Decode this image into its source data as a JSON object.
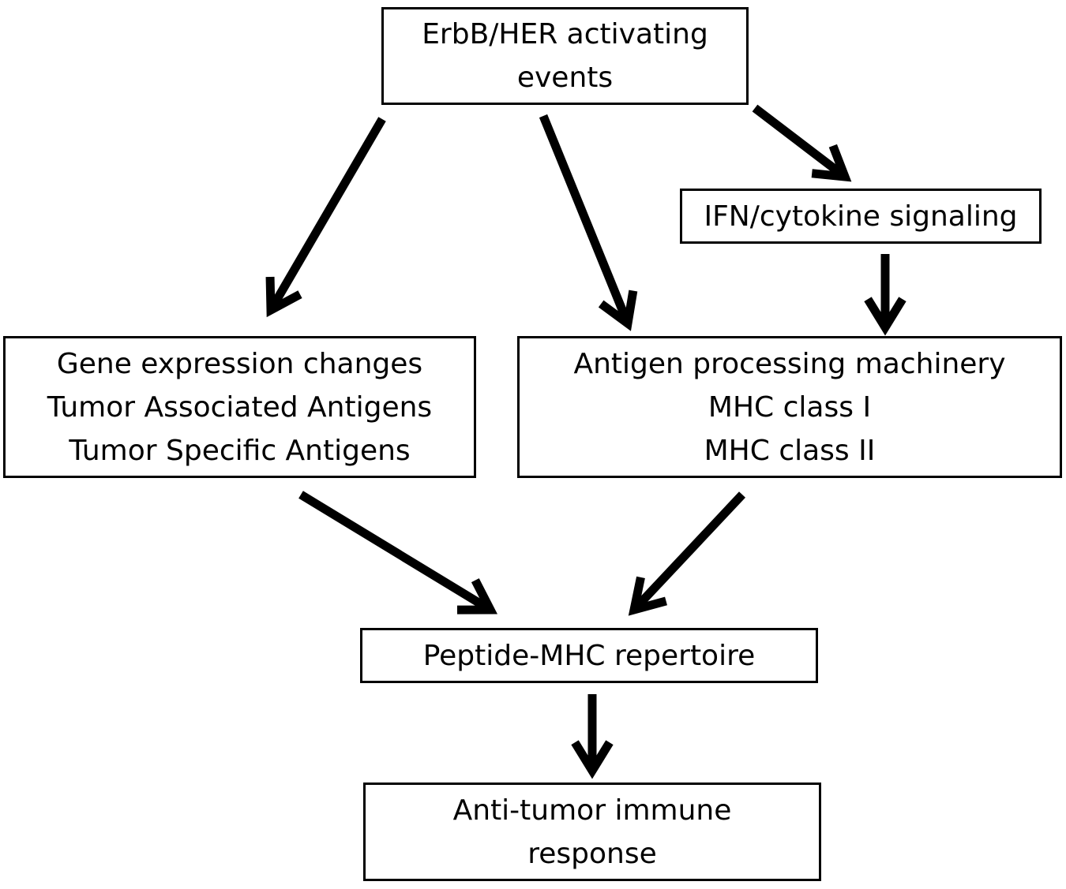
{
  "nodes": {
    "erbb": {
      "lines": [
        "ErbB/HER activating",
        "events"
      ]
    },
    "ifn": {
      "lines": [
        "IFN/cytokine signaling"
      ]
    },
    "gene": {
      "lines": [
        "Gene expression changes",
        "Tumor Associated Antigens",
        "Tumor Specific Antigens"
      ]
    },
    "apm": {
      "lines": [
        "Antigen processing machinery",
        "MHC class I",
        "MHC class II"
      ]
    },
    "peptide": {
      "lines": [
        "Peptide-MHC repertoire"
      ]
    },
    "response": {
      "lines": [
        "Anti-tumor immune",
        "response"
      ]
    }
  },
  "edges": [
    {
      "from": "erbb",
      "to": "gene"
    },
    {
      "from": "erbb",
      "to": "apm"
    },
    {
      "from": "erbb",
      "to": "ifn"
    },
    {
      "from": "ifn",
      "to": "apm"
    },
    {
      "from": "gene",
      "to": "peptide"
    },
    {
      "from": "apm",
      "to": "peptide"
    },
    {
      "from": "peptide",
      "to": "response"
    }
  ]
}
